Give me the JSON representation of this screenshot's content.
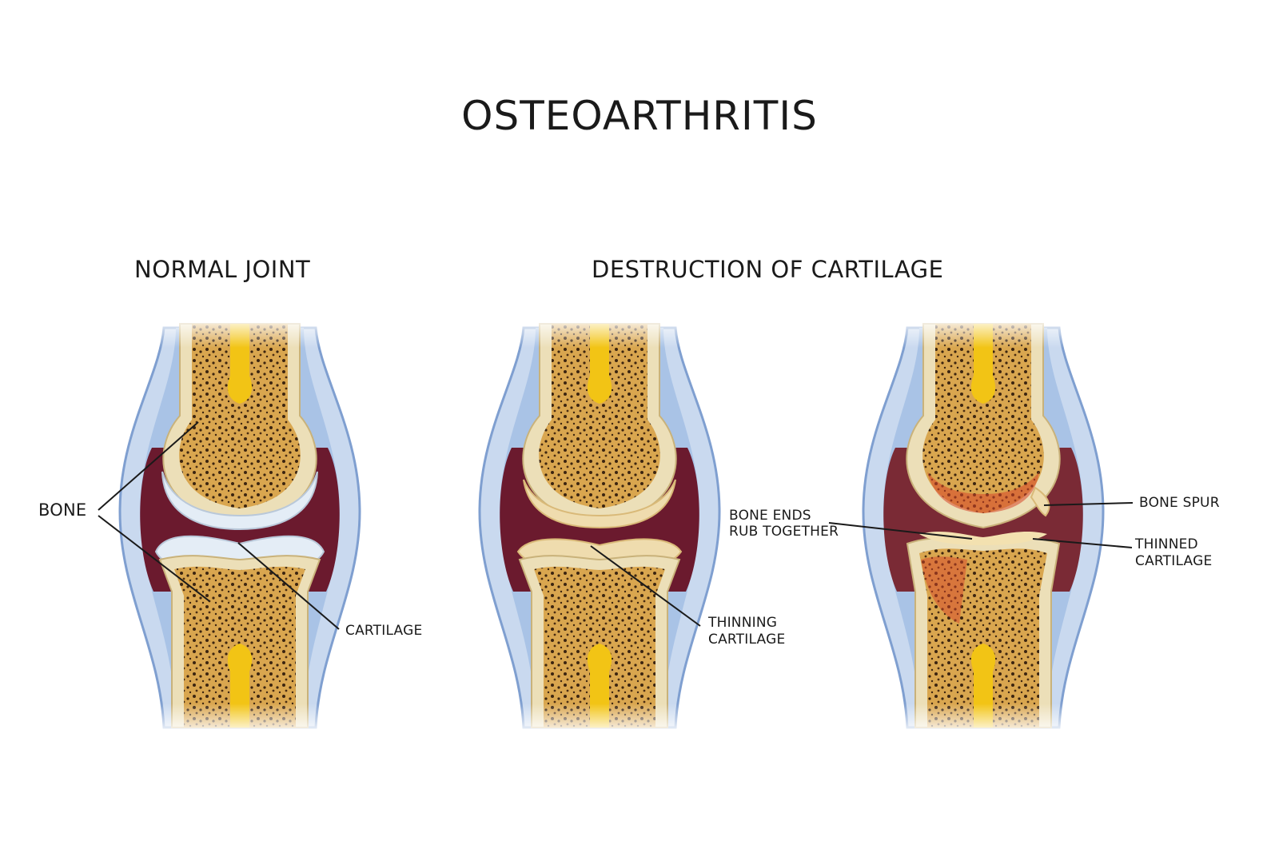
{
  "title": "OSTEOARTHRITIS",
  "headings": {
    "normal": "NORMAL JOINT",
    "destruction": "DESTRUCTION OF CARTILAGE"
  },
  "labels": {
    "bone": "BONE",
    "cartilage": "CARTILAGE",
    "thinning_1": "THINNING",
    "thinning_2": "CARTILAGE",
    "bone_ends_1": "BONE ENDS",
    "bone_ends_2": "RUB TOGETHER",
    "bone_spur": "BONE SPUR",
    "thinned_1": "THINNED",
    "thinned_2": "CARTILAGE"
  },
  "colors": {
    "bone": "#d9a64f",
    "bone_shell": "#ecdfb8",
    "marrow": "#f2c415",
    "synovial_fluid": "#6b1a2e",
    "capsule": "#a9c3e6",
    "cartilage": "#e4edf6",
    "inflamed": "#d7462a"
  }
}
